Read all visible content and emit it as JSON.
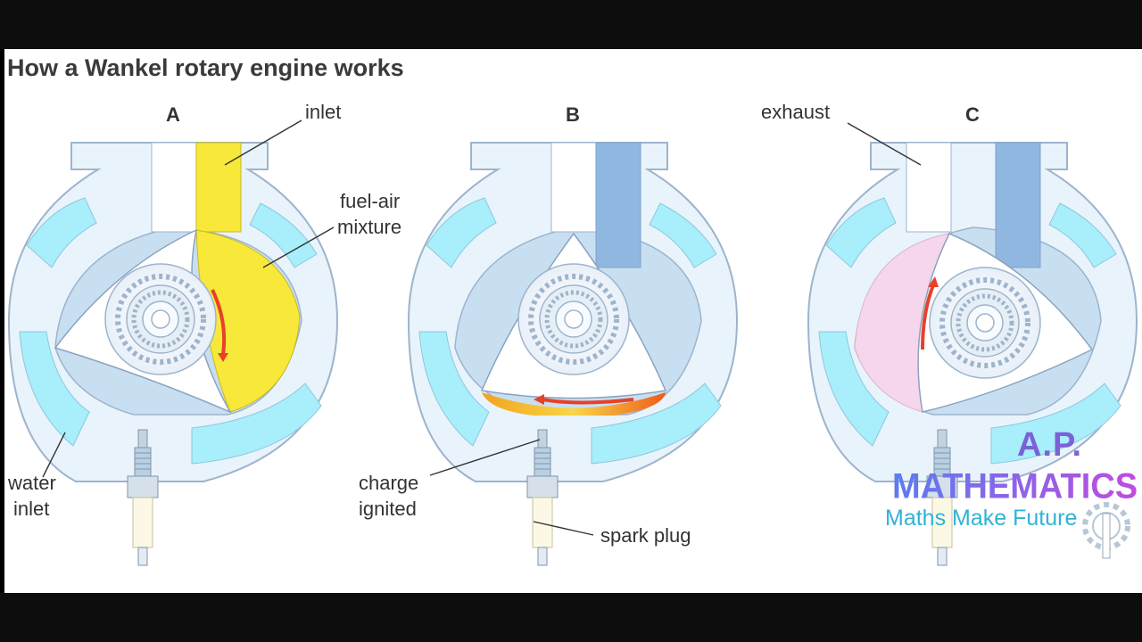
{
  "title": "How a Wankel rotary engine works",
  "panels": [
    {
      "letter": "A"
    },
    {
      "letter": "B"
    },
    {
      "letter": "C"
    }
  ],
  "labels": {
    "inlet": "inlet",
    "fuel_air_1": "fuel-air",
    "fuel_air_2": "mixture",
    "exhaust": "exhaust",
    "water_1": "water",
    "water_2": "inlet",
    "charge_1": "charge",
    "charge_2": "ignited",
    "spark_plug": "spark plug"
  },
  "watermark": {
    "line1": "A.P.",
    "line2": "MATHEMATICS",
    "line3": "Maths Make Future"
  },
  "colors": {
    "housing": "#cfe3f4",
    "water_jacket": "#a8eefb",
    "fuel_air": "#f7e83a",
    "exhaust_gas": "#f6d6ec",
    "arrow": "#e8402a",
    "port_dark": "#8fb7df"
  }
}
